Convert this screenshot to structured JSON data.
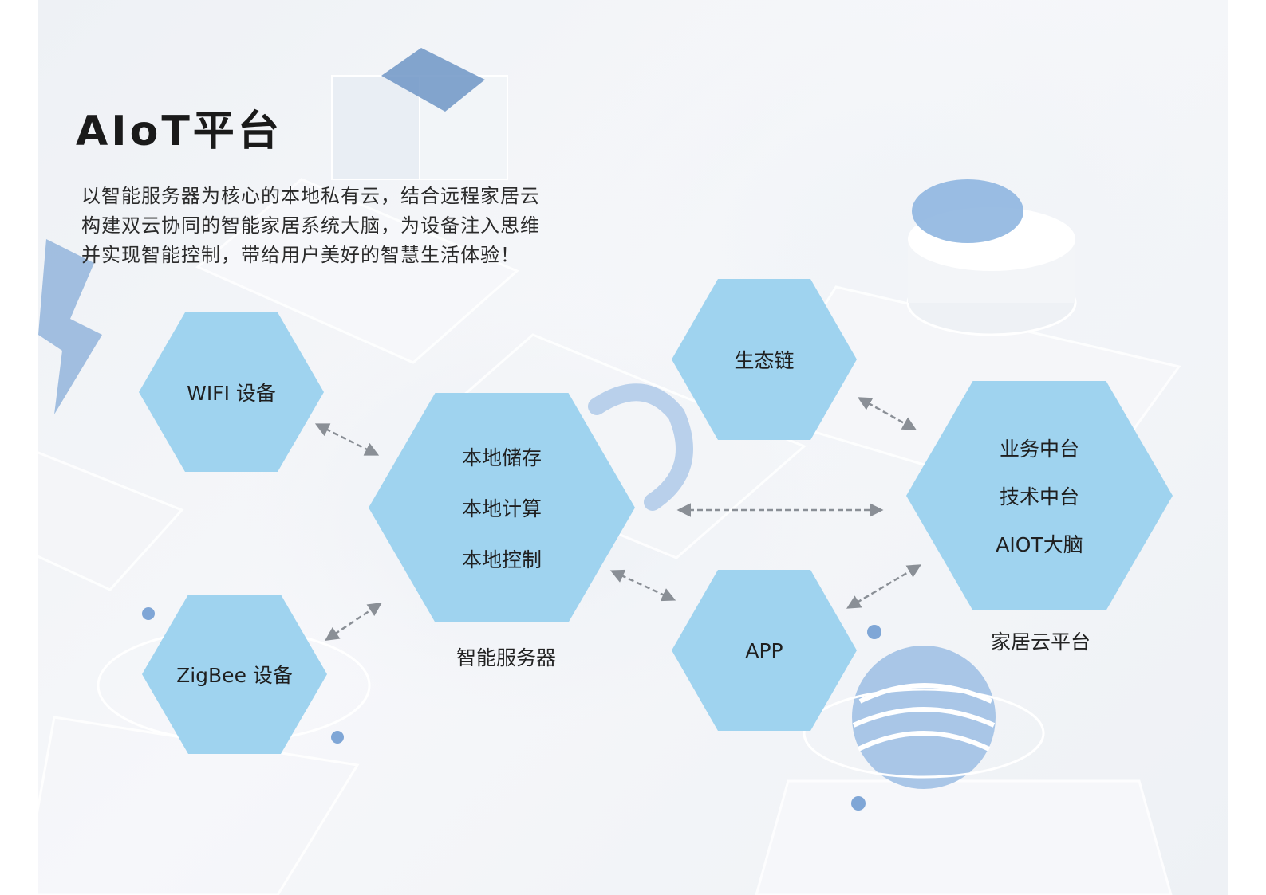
{
  "title": "AIoT平台",
  "description": [
    "以智能服务器为核心的本地私有云，结合远程家居云",
    "构建双云协同的智能家居系统大脑，为设备注入思维",
    "并实现智能控制，带给用户美好的智慧生活体验！"
  ],
  "nodes": {
    "wifi": {
      "label": "WIFI 设备"
    },
    "zigbee": {
      "label": "ZigBee 设备"
    },
    "server": {
      "lines": [
        "本地储存",
        "本地计算",
        "本地控制"
      ],
      "caption": "智能服务器"
    },
    "ecosystem": {
      "label": "生态链"
    },
    "app": {
      "label": "APP"
    },
    "cloud": {
      "lines": [
        "业务中台",
        "技术中台",
        "AIOT大脑"
      ],
      "caption": "家居云平台"
    }
  },
  "colors": {
    "hexagon": "#9fd3ef",
    "arrow": "#8a8f96",
    "title": "#1a1a1a"
  }
}
